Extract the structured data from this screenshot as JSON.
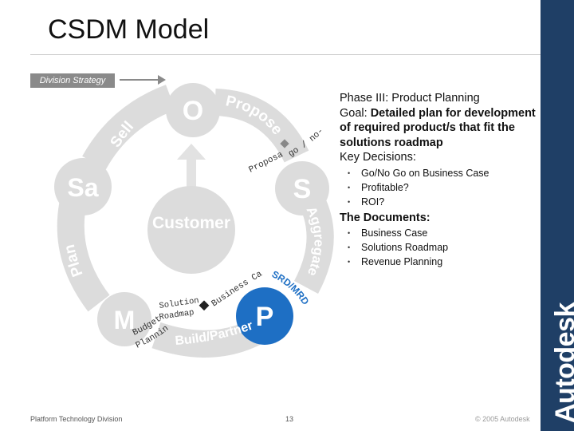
{
  "header": {
    "title": "CSDM Model"
  },
  "brand": {
    "name": "Autodesk"
  },
  "label": {
    "division_strategy": "Division Strategy"
  },
  "diagram": {
    "center": "Customer",
    "nodes": {
      "o": "O",
      "s": "S",
      "p": "P",
      "m": "M",
      "sa": "Sa"
    },
    "arcs": {
      "propose": "Propose",
      "aggregate": "Aggregate",
      "build_partner": "Build/Partner",
      "plan": "Plan",
      "sell": "Sell"
    },
    "annotations": {
      "go_no_go": "go / no-go",
      "proposal": "Proposal",
      "business_case": "Business Case",
      "srd_mrd": "SRD/MRD",
      "solution_roadmap_1": "Solution",
      "solution_roadmap_2": "Roadmap",
      "budget": "Budget",
      "planning": "Planning"
    },
    "colors": {
      "circle_fill": "#dcdcdc",
      "accent_blue": "#1e6fc4",
      "text_white": "#ffffff"
    }
  },
  "panel": {
    "phase": "Phase III: Product Planning",
    "goal_prefix": "Goal: ",
    "goal_text": "Detailed plan for development of required product/s that fit the solutions roadmap",
    "key_decisions_label": "Key Decisions:",
    "key_decisions": [
      "Go/No Go on Business Case",
      "Profitable?",
      "ROI?"
    ],
    "documents_label": "The Documents:",
    "documents": [
      "Business Case",
      "Solutions Roadmap",
      "Revenue Planning"
    ]
  },
  "footer": {
    "left": "Platform Technology Division",
    "page": "13",
    "copyright": "© 2005 Autodesk"
  }
}
